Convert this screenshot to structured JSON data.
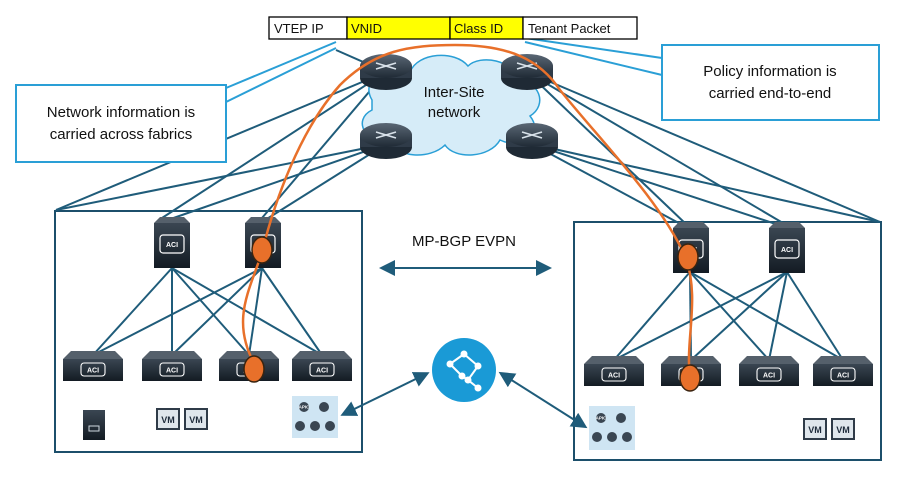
{
  "header": {
    "fields": [
      {
        "label": "VTEP IP",
        "fill": "#ffffff"
      },
      {
        "label": "VNID",
        "fill": "#ffff00"
      },
      {
        "label": "Class ID",
        "fill": "#ffff00"
      },
      {
        "label": "Tenant Packet",
        "fill": "#ffffff"
      }
    ]
  },
  "callouts": {
    "left": {
      "line1": "Network information is",
      "line2": "carried across fabrics"
    },
    "right": {
      "line1": "Policy information is",
      "line2": "carried end-to-end"
    }
  },
  "cloud": {
    "line1": "Inter-Site",
    "line2": "network"
  },
  "protocol": {
    "label": "MP-BGP EVPN"
  },
  "icons": {
    "aci": "ACI",
    "vm": "VM",
    "apic": "APIC"
  },
  "colors": {
    "link": "#1f5c7a",
    "box": "#1c4f6b",
    "callout": "#2a9fd6",
    "path": "#e8702a",
    "cloud": "#d6ecf8",
    "router": "#2f3b48",
    "orchestrator": "#1a9ad6"
  }
}
